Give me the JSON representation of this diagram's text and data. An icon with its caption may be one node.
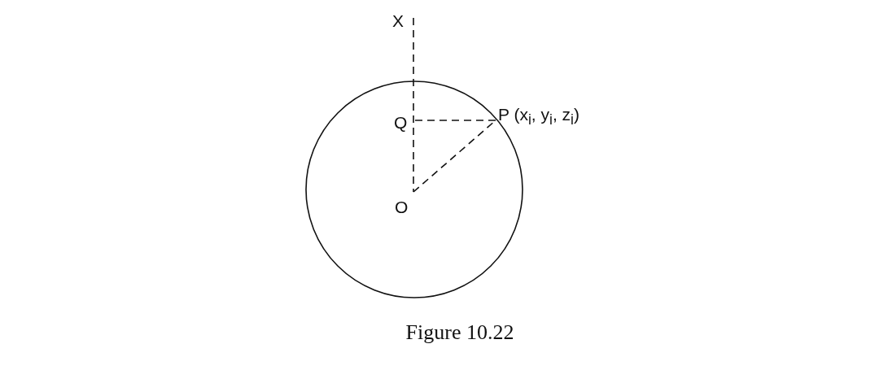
{
  "diagram": {
    "caption": "Figure 10.22",
    "nodes": [
      {
        "text": [],
        "shape": "circle"
      },
      {
        "text": [
          "X"
        ]
      },
      {
        "text": [
          "Q"
        ],
        "in": 0
      },
      {
        "text": [
          "O"
        ],
        "in": 0
      },
      {
        "text": [
          "P (x$_{i}$, y$_{i}$, z$_{i}$)"
        ]
      }
    ],
    "edges": [
      {
        "from": 1,
        "to": 3,
        "arrow": "none",
        "style": "dashed"
      },
      {
        "from": 2,
        "to": 4,
        "arrow": "none",
        "style": "dashed"
      },
      {
        "from": 3,
        "to": 4,
        "arrow": "none",
        "style": "dashed"
      }
    ]
  }
}
